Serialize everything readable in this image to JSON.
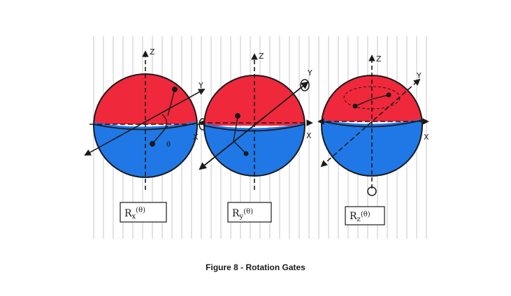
{
  "figure": {
    "caption": "Figure 8 - Rotation Gates",
    "colors": {
      "upper_hemisphere": "#f0283c",
      "lower_hemisphere": "#1f78e6",
      "ink": "#1a1a1a",
      "paper": "#ffffff",
      "rule_lines": "#b9b9b9"
    },
    "spheres": [
      {
        "axis_labels": {
          "z": "Z",
          "y": "Y",
          "x": "X",
          "theta": "θ"
        },
        "gate_label": {
          "base": "R",
          "sub": "x",
          "arg": "(θ)"
        }
      },
      {
        "axis_labels": {
          "z": "Z",
          "y": "Y",
          "x": "X"
        },
        "gate_label": {
          "base": "R",
          "sub": "y",
          "arg": "(θ)"
        }
      },
      {
        "axis_labels": {
          "z": "Z",
          "y": "Y",
          "x": "X"
        },
        "gate_label": {
          "base": "R",
          "sub": "z",
          "arg": "(θ)"
        }
      }
    ]
  }
}
